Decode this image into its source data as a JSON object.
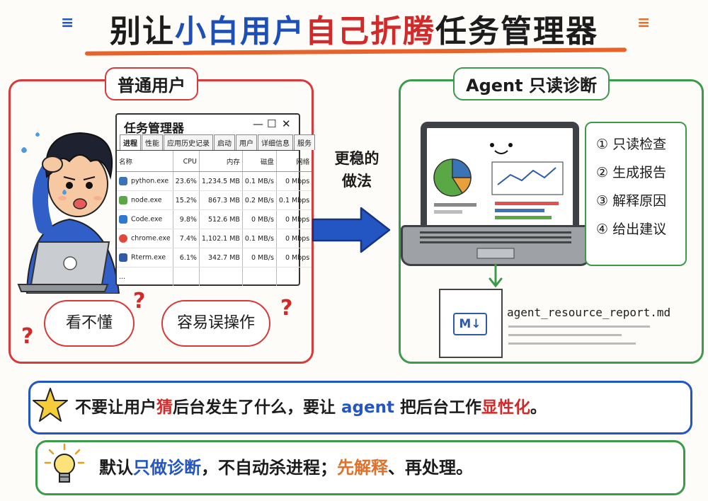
{
  "title": {
    "part1": "别让",
    "part2": "小白用户",
    "part3": "自己折腾",
    "part4": "任务管理器"
  },
  "left_panel": {
    "tag": "普通用户",
    "task_manager": {
      "title": "任务管理器",
      "controls": [
        "—",
        "☐",
        "✕"
      ],
      "tabs": [
        "进程",
        "性能",
        "应用历史记录",
        "启动",
        "用户",
        "详细信息",
        "服务"
      ],
      "columns": [
        "名称",
        "CPU",
        "内存",
        "磁盘",
        "网络"
      ],
      "rows": [
        {
          "name": "python.exe",
          "cpu": "23.6%",
          "mem": "1,234.5 MB",
          "disk": "0.1 MB/s",
          "net": "0 Mbps",
          "icon": "python-icon",
          "color": "#3a74b5"
        },
        {
          "name": "node.exe",
          "cpu": "15.2%",
          "mem": "867.3 MB",
          "disk": "0.2 MB/s",
          "net": "0.1 Mbps",
          "icon": "node-icon",
          "color": "#5aa845"
        },
        {
          "name": "Code.exe",
          "cpu": "9.8%",
          "mem": "512.6 MB",
          "disk": "0 MB/s",
          "net": "0 Mbps",
          "icon": "vscode-icon",
          "color": "#2f7ad1"
        },
        {
          "name": "chrome.exe",
          "cpu": "7.4%",
          "mem": "1,102.1 MB",
          "disk": "0.1 MB/s",
          "net": "0 Mbps",
          "icon": "chrome-icon",
          "color": "#e0493a"
        },
        {
          "name": "Rterm.exe",
          "cpu": "6.1%",
          "mem": "342.7 MB",
          "disk": "0 MB/s",
          "net": "0 Mbps",
          "icon": "r-icon",
          "color": "#2f5aa8"
        }
      ],
      "more": "..."
    },
    "cloud1": "看不懂",
    "cloud2": "容易误操作"
  },
  "middle": {
    "line1": "更稳的",
    "line2": "做法"
  },
  "right_panel": {
    "tag": "Agent 只读诊断",
    "steps": [
      "① 只读检查",
      "② 生成报告",
      "③ 解释原因",
      "④ 给出建议"
    ],
    "file_badge": "M↓",
    "file_name": "agent_resource_report.md"
  },
  "banner1": {
    "p1": "不要让用户",
    "p2": "猜",
    "p3": "后台发生了什么，要让",
    "p4": "agent",
    "p5": "把后台工作",
    "p6": "显性化",
    "p7": "。"
  },
  "banner2": {
    "p1": "默认",
    "p2": "只做诊断",
    "p3": "，不自动杀进程；",
    "p4": "先解释",
    "p5": "、再处理。"
  },
  "colors": {
    "red": "#d12a2a",
    "blue": "#2356c3",
    "green": "#3c9a4b",
    "orange": "#e0702a"
  }
}
